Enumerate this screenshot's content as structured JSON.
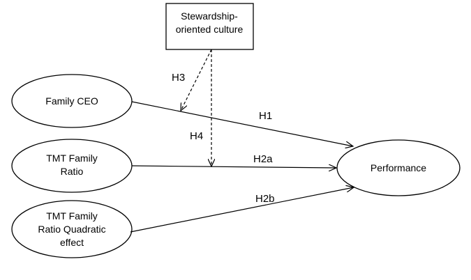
{
  "nodes": {
    "stewardship": {
      "line1": "Stewardship-",
      "line2": "oriented culture"
    },
    "family_ceo": {
      "label": "Family CEO"
    },
    "tmt_ratio": {
      "line1": "TMT Family",
      "line2": "Ratio"
    },
    "tmt_quadratic": {
      "line1": "TMT Family",
      "line2": "Ratio Quadratic",
      "line3": "effect"
    },
    "performance": {
      "label": "Performance"
    }
  },
  "hypotheses": {
    "h1": "H1",
    "h2a": "H2a",
    "h2b": "H2b",
    "h3": "H3",
    "h4": "H4"
  },
  "colors": {
    "stroke": "#000000",
    "background": "#ffffff"
  }
}
